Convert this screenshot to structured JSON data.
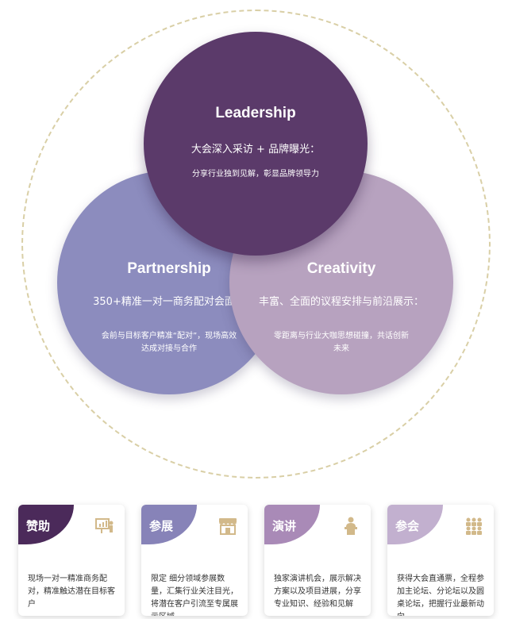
{
  "colors": {
    "leadership": "#5b3a6a",
    "partnership": "#8c8cbe",
    "creativity": "#b7a2bf",
    "ring": "#d9cfa6",
    "icon": "#d2b98a"
  },
  "circles": {
    "leadership": {
      "title": "Leadership",
      "head": "大会深入采访 + 品牌曝光：",
      "desc": "分享行业独到见解，彰显品牌领导力"
    },
    "partnership": {
      "title": "Partnership",
      "head": "350+精准一对一商务配对会面：",
      "desc": "会前与目标客户精准“配对”，现场高效达成对接与合作"
    },
    "creativity": {
      "title": "Creativity",
      "head": "丰富、全面的议程安排与前沿展示：",
      "desc": "零距离与行业大咖思想碰撞，共话创新未来"
    }
  },
  "cards": [
    {
      "label": "赞助",
      "icon": "presentation-chart-icon",
      "color": "#4b2a5a",
      "text": "现场一对一精准商务配对，精准触达潜在目标客户"
    },
    {
      "label": "参展",
      "icon": "storefront-icon",
      "color": "#8783b8",
      "text": "限定 细分领域参展数量，汇集行业关注目光，将潜在客户引流至专属展示区域"
    },
    {
      "label": "演讲",
      "icon": "speaker-podium-icon",
      "color": "#a98ab7",
      "text": "独家演讲机会，展示解决方案以及项目进展，分享专业知识、经验和见解"
    },
    {
      "label": "参会",
      "icon": "audience-icon",
      "color": "#c2b0cf",
      "text": "获得大会直通票，全程参加主论坛、分论坛以及圆桌论坛，把握行业最新动向"
    }
  ]
}
